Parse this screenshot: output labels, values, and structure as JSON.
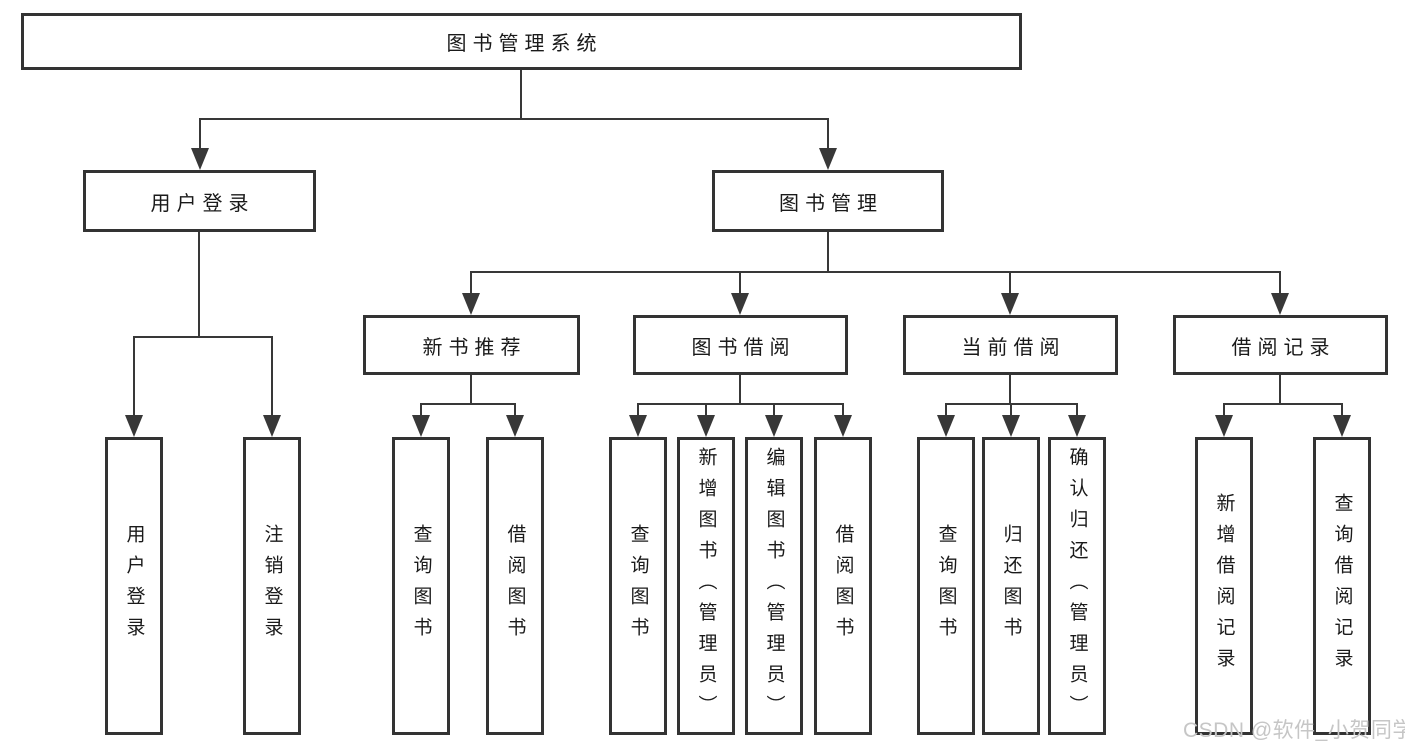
{
  "diagram_title": "图书管理系统",
  "nodes": {
    "root": {
      "label": "图书管理系统"
    },
    "level2": [
      {
        "label": "用户登录"
      },
      {
        "label": "图书管理"
      }
    ],
    "level3": [
      {
        "label": "新书推荐",
        "parent": "图书管理"
      },
      {
        "label": "图书借阅",
        "parent": "图书管理"
      },
      {
        "label": "当前借阅",
        "parent": "图书管理"
      },
      {
        "label": "借阅记录",
        "parent": "图书管理"
      }
    ],
    "leaves": [
      {
        "label": "用户登录",
        "parent": "用户登录"
      },
      {
        "label": "注销登录",
        "parent": "用户登录"
      },
      {
        "label": "查询图书",
        "parent": "新书推荐"
      },
      {
        "label": "借阅图书",
        "parent": "新书推荐"
      },
      {
        "label": "查询图书",
        "parent": "图书借阅"
      },
      {
        "label": "新增图书（管理员）",
        "parent": "图书借阅"
      },
      {
        "label": "编辑图书（管理员）",
        "parent": "图书借阅"
      },
      {
        "label": "借阅图书",
        "parent": "图书借阅"
      },
      {
        "label": "查询图书",
        "parent": "当前借阅"
      },
      {
        "label": "归还图书",
        "parent": "当前借阅"
      },
      {
        "label": "确认归还（管理员）",
        "parent": "当前借阅"
      },
      {
        "label": "新增借阅记录",
        "parent": "借阅记录"
      },
      {
        "label": "查询借阅记录",
        "parent": "借阅记录"
      }
    ]
  },
  "watermark": "CSDN @软件_小贺同学",
  "colors": {
    "background": "#ffffff",
    "box_border": "#333333",
    "connector_line": "#383838",
    "text": "#1a1a1a",
    "watermark_text": "#c6c6c6"
  }
}
